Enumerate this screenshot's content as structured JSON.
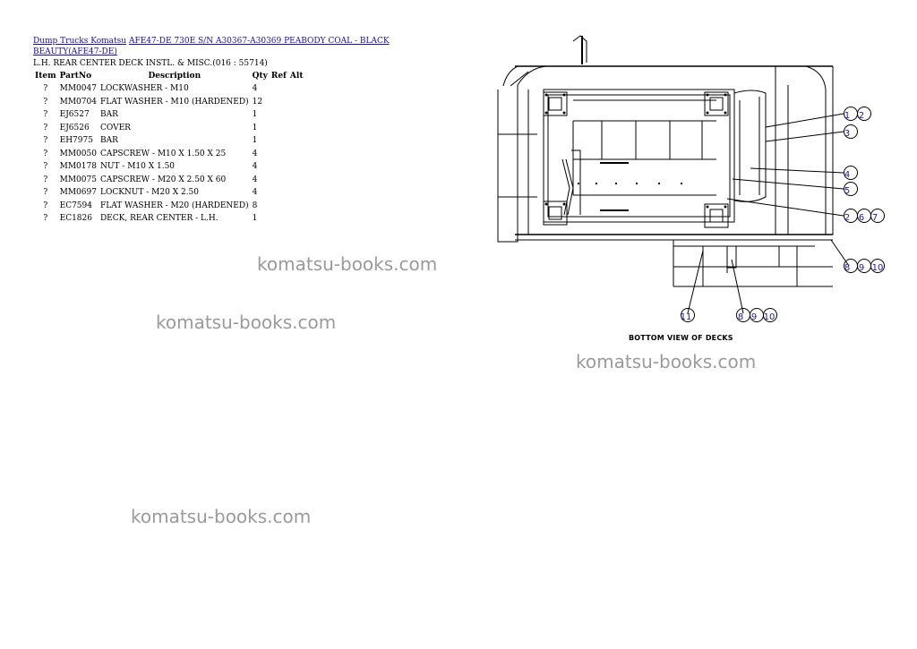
{
  "breadcrumb": {
    "link1": "Dump Trucks Komatsu",
    "link2": "AFE47-DE 730E S/N A30367-A30369 PEABODY COAL - BLACK BEAUTY(AFE47-DE)"
  },
  "subtitle": "L.H. REAR CENTER DECK INSTL. & MISC.(016 : 55714)",
  "table": {
    "headers": {
      "item": "Item",
      "partno": "PartNo",
      "description": "Description",
      "qty": "Qty",
      "ref": "Ref",
      "alt": "Alt"
    },
    "rows": [
      {
        "item": "?",
        "partno": "MM0047",
        "description": "LOCKWASHER - M10",
        "qty": "4"
      },
      {
        "item": "?",
        "partno": "MM0704",
        "description": "FLAT WASHER - M10 (HARDENED)",
        "qty": "12"
      },
      {
        "item": "?",
        "partno": "EJ6527",
        "description": "BAR",
        "qty": "1"
      },
      {
        "item": "?",
        "partno": "EJ6526",
        "description": "COVER",
        "qty": "1"
      },
      {
        "item": "?",
        "partno": "EH7975",
        "description": "BAR",
        "qty": "1"
      },
      {
        "item": "?",
        "partno": "MM0050",
        "description": "CAPSCREW - M10 X 1.50 X 25",
        "qty": "4"
      },
      {
        "item": "?",
        "partno": "MM0178",
        "description": "NUT - M10 X 1.50",
        "qty": "4"
      },
      {
        "item": "?",
        "partno": "MM0075",
        "description": "CAPSCREW - M20 X 2.50 X 60",
        "qty": "4"
      },
      {
        "item": "?",
        "partno": "MM0697",
        "description": "LOCKNUT - M20 X 2.50",
        "qty": "4"
      },
      {
        "item": "?",
        "partno": "EC7594",
        "description": "FLAT WASHER - M20 (HARDENED)",
        "qty": "8"
      },
      {
        "item": "?",
        "partno": "EC1826",
        "description": "DECK, REAR CENTER - L.H.",
        "qty": "1"
      }
    ]
  },
  "watermark": "komatsu-books.com",
  "diagram": {
    "caption": "BOTTOM VIEW OF DECKS",
    "callouts": {
      "c1": "1",
      "c2": "2",
      "c3": "3",
      "c4": "4",
      "c5": "5",
      "c6": "2",
      "c7": "6",
      "c8": "7",
      "c9": "8",
      "c10": "9",
      "c11": "10",
      "c12": "11",
      "c13": "8",
      "c14": "9",
      "c15": "10"
    },
    "line_color": "#000000",
    "callout_color": "#1a1aa8"
  }
}
